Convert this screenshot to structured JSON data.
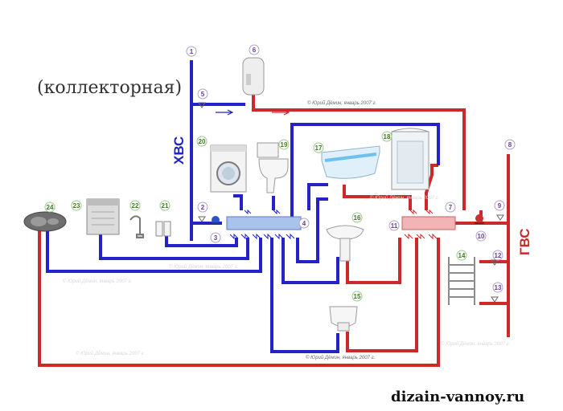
{
  "title": "(коллекторная)",
  "risers": {
    "cold": "ХВС",
    "hot": "ГВС"
  },
  "colors": {
    "cold_pipe": "#2222c8",
    "hot_pipe": "#cc2a2a",
    "number_violet": "#6a3d9a",
    "number_green": "#3c7a24",
    "cold_collector": "#a9c4ec",
    "hot_collector": "#f2b4b4"
  },
  "copyright": "© Юрий Дёмин, январь 2007 г.",
  "watermark": "dizain-vannoy.ru",
  "markers": [
    {
      "id": "m1",
      "label": "1"
    },
    {
      "id": "m2",
      "label": "2"
    },
    {
      "id": "m3",
      "label": "3"
    },
    {
      "id": "m4",
      "label": "4"
    },
    {
      "id": "m5",
      "label": "5"
    },
    {
      "id": "m6",
      "label": "6"
    },
    {
      "id": "m7",
      "label": "7"
    },
    {
      "id": "m8",
      "label": "8"
    },
    {
      "id": "m9",
      "label": "9"
    },
    {
      "id": "m10",
      "label": "10"
    },
    {
      "id": "m11",
      "label": "11"
    },
    {
      "id": "m12",
      "label": "12"
    },
    {
      "id": "m13",
      "label": "13"
    },
    {
      "id": "m14",
      "label": "14"
    },
    {
      "id": "m15",
      "label": "15"
    },
    {
      "id": "m16",
      "label": "16"
    },
    {
      "id": "m17",
      "label": "17"
    },
    {
      "id": "m18",
      "label": "18"
    },
    {
      "id": "m19",
      "label": "19"
    },
    {
      "id": "m20",
      "label": "20"
    },
    {
      "id": "m21",
      "label": "21"
    },
    {
      "id": "m22",
      "label": "22"
    },
    {
      "id": "m23",
      "label": "23"
    },
    {
      "id": "m24",
      "label": "24"
    }
  ],
  "icons": [
    "water-heater-icon",
    "washing-machine-icon",
    "toilet-icon",
    "bathtub-icon",
    "shower-cabin-icon",
    "washbasin-icon",
    "bidet-icon",
    "towel-rail-icon",
    "dishwasher-icon",
    "kitchen-sink-icon",
    "faucet-icon",
    "filter-icon"
  ]
}
